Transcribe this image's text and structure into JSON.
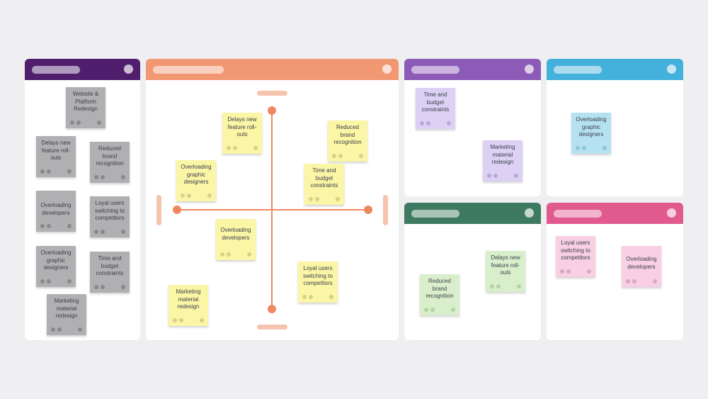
{
  "colors": {
    "background": "#efeff1",
    "backlog_header": "#4f1f6e",
    "matrix_header": "#f19872",
    "axis": "#f08962",
    "axis_handle": "#f6c3ad",
    "purple_header": "#8c5ab7",
    "blue_header": "#44b0dc",
    "green_header": "#3e7a61",
    "pink_header": "#e15a8e"
  },
  "backlog": {
    "notes": [
      {
        "text": "Website & Platform Redesign"
      },
      {
        "text": "Delays new feature roll-outs"
      },
      {
        "text": "Reduced brand recognition"
      },
      {
        "text": "Overloading developers"
      },
      {
        "text": "Loyal users switching to competitors"
      },
      {
        "text": "Overloading graphic designers"
      },
      {
        "text": "Time and budget constraints"
      },
      {
        "text": "Marketing material redesign"
      }
    ]
  },
  "matrix": {
    "notes": [
      {
        "text": "Delays new feature roll-outs"
      },
      {
        "text": "Reduced brand recognition"
      },
      {
        "text": "Overloading graphic designers"
      },
      {
        "text": "Time and budget constraints"
      },
      {
        "text": "Overloading developers"
      },
      {
        "text": "Loyal users switching to competitors"
      },
      {
        "text": "Marketing material redesign"
      }
    ]
  },
  "purple_panel": {
    "notes": [
      {
        "text": "Time and budget constraints"
      },
      {
        "text": "Marketing material redesign"
      }
    ]
  },
  "blue_panel": {
    "notes": [
      {
        "text": "Overloading graphic designers"
      }
    ]
  },
  "green_panel": {
    "notes": [
      {
        "text": "Reduced brand recognition"
      },
      {
        "text": "Delays new feature roll-outs"
      }
    ]
  },
  "pink_panel": {
    "notes": [
      {
        "text": "Loyal users switching to competitors"
      },
      {
        "text": "Overloading developers"
      }
    ]
  }
}
